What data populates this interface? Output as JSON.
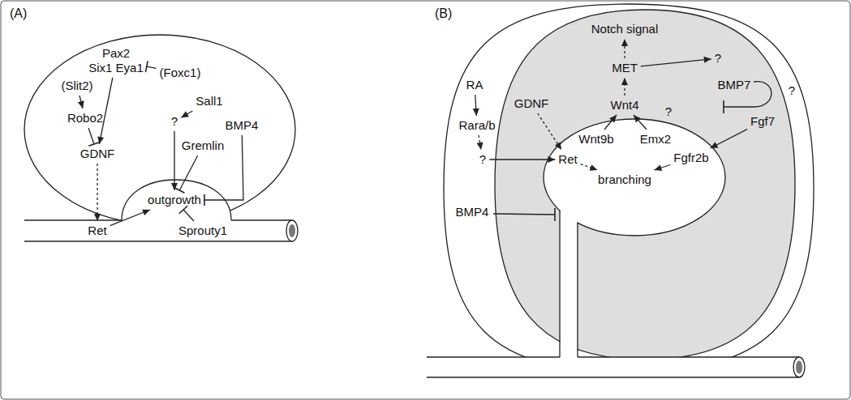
{
  "diagram": {
    "nodes": [
      {
        "text": [
          "(A)"
        ]
      },
      {
        "text": [
          "(Slit2)"
        ],
        "in": 0
      },
      {
        "text": [
          "Pax2",
          "Six1 Eya1"
        ],
        "in": 0
      },
      {
        "text": [
          "(Foxc1)"
        ],
        "in": 0
      },
      {
        "text": [
          "Robo2"
        ],
        "in": 0
      },
      {
        "text": [
          "Sall1"
        ],
        "in": 0
      },
      {
        "text": [
          "?"
        ],
        "in": 0
      },
      {
        "text": [
          "BMP4"
        ],
        "in": 0
      },
      {
        "text": [
          "GDNF"
        ],
        "in": 0
      },
      {
        "text": [
          "Gremlin"
        ],
        "in": 0
      },
      {
        "text": [
          "outgrowth"
        ],
        "in": 0
      },
      {
        "text": [
          "Ret"
        ],
        "in": 0
      },
      {
        "text": [
          "Sprouty1"
        ],
        "in": 0
      },
      {
        "text": [
          "(B)"
        ]
      },
      {
        "text": [
          "Notch signal"
        ],
        "in": 13
      },
      {
        "text": [
          "MET"
        ],
        "in": 13
      },
      {
        "text": [
          "?"
        ],
        "in": 13
      },
      {
        "text": [
          "RA"
        ],
        "in": 13
      },
      {
        "text": [
          "GDNF"
        ],
        "in": 13
      },
      {
        "text": [
          "BMP7"
        ],
        "in": 13
      },
      {
        "text": [
          "?"
        ],
        "in": 13
      },
      {
        "text": [
          "Wnt4"
        ],
        "in": 13
      },
      {
        "text": [
          "Rara/b"
        ],
        "in": 13
      },
      {
        "text": [
          "Fgf7"
        ],
        "in": 13
      },
      {
        "text": [
          "Wnt9b"
        ],
        "in": 13
      },
      {
        "text": [
          "Emx2"
        ],
        "in": 13
      },
      {
        "text": [
          "?"
        ],
        "in": 13
      },
      {
        "text": [
          "Ret"
        ],
        "in": 13
      },
      {
        "text": [
          "Fgfr2b"
        ],
        "in": 13
      },
      {
        "text": [
          "branching"
        ],
        "in": 13
      },
      {
        "text": [
          "BMP4"
        ],
        "in": 13
      }
    ],
    "edges": [
      {
        "from": 1,
        "to": 4,
        "arrow": "to"
      },
      {
        "from": 4,
        "to": 8,
        "arrow": "to"
      },
      {
        "from": 2,
        "to": 8,
        "arrow": "to"
      },
      {
        "from": 3,
        "to": 2,
        "arrow": "to"
      },
      {
        "from": 5,
        "to": 6,
        "arrow": "to"
      },
      {
        "from": 8,
        "to": 11,
        "arrow": "to"
      },
      {
        "from": 11,
        "to": 10,
        "arrow": "to"
      },
      {
        "from": 6,
        "to": 10,
        "arrow": "to"
      },
      {
        "from": 9,
        "to": 10,
        "arrow": "to"
      },
      {
        "from": 7,
        "to": 10,
        "arrow": "to"
      },
      {
        "from": 12,
        "to": 10,
        "arrow": "to"
      },
      {
        "from": 17,
        "to": 22,
        "arrow": "to"
      },
      {
        "from": 22,
        "to": 26,
        "arrow": "to"
      },
      {
        "from": 26,
        "to": 27,
        "arrow": "to"
      },
      {
        "from": 18,
        "to": 27,
        "arrow": "to"
      },
      {
        "from": 27,
        "to": 29,
        "arrow": "to"
      },
      {
        "from": 28,
        "to": 29,
        "arrow": "to"
      },
      {
        "from": 23,
        "to": 28,
        "arrow": "to"
      },
      {
        "from": 24,
        "to": 21,
        "arrow": "to"
      },
      {
        "from": 25,
        "to": 21,
        "label": "?",
        "arrow": "to"
      },
      {
        "from": 21,
        "to": 15,
        "arrow": "to"
      },
      {
        "from": 15,
        "to": 14,
        "arrow": "to"
      },
      {
        "from": 15,
        "to": 16,
        "arrow": "to"
      }
    ]
  }
}
